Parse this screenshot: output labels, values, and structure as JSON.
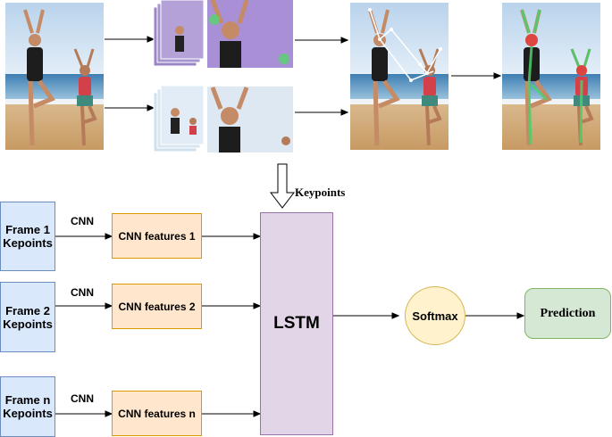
{
  "diagram": {
    "keypoints_label": "Keypoints",
    "frames": [
      {
        "label": "Frame 1 Kepoints",
        "edge_label": "CNN",
        "feature_label": "CNN features 1"
      },
      {
        "label": "Frame 2 Kepoints",
        "edge_label": "CNN",
        "feature_label": "CNN features 2"
      },
      {
        "label": "Frame n Kepoints",
        "edge_label": "CNN",
        "feature_label": "CNN features n"
      }
    ],
    "lstm_label": "LSTM",
    "softmax_label": "Softmax",
    "prediction_label": "Prediction"
  }
}
